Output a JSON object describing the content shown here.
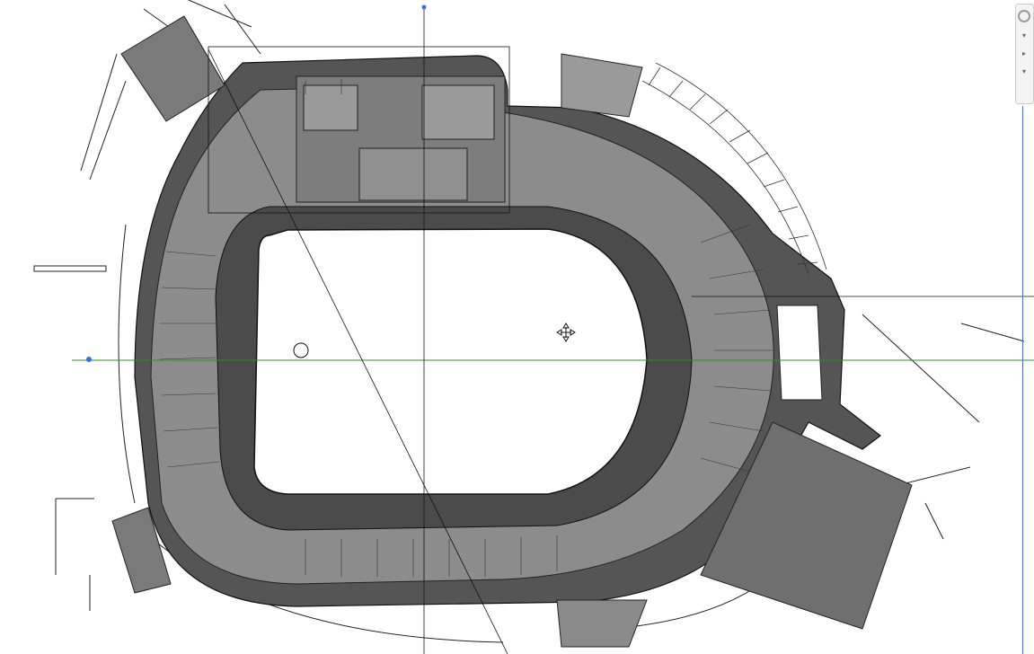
{
  "app": {
    "title": ""
  },
  "view": {
    "type": "floor-plan",
    "subject": "stadium"
  },
  "drawing": {
    "level_tags": [
      "",
      "",
      "",
      "",
      "",
      "",
      ""
    ],
    "markers": [
      "move-cursor",
      "grid-origin",
      "section-marker-left",
      "section-marker-right"
    ]
  },
  "navigation_bar": {
    "icon": "steering-wheel-icon",
    "buttons": [
      "pan-icon",
      "zoom-icon",
      "orbit-icon"
    ]
  },
  "colors": {
    "background": "#ffffff",
    "concourse": "#4a4a4a",
    "seating": "#8a8a8a",
    "stands": "#6b6b6b",
    "grid_line": "#2e8b2e",
    "line": "#111111"
  }
}
